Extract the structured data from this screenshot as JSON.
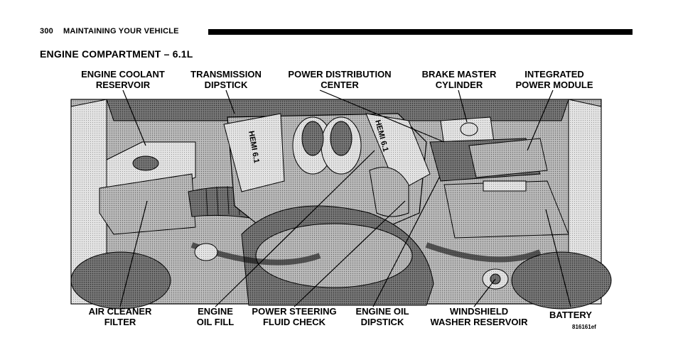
{
  "header": {
    "page_number": "300",
    "running_head": "MAINTAINING YOUR VEHICLE"
  },
  "section_title": "ENGINE COMPARTMENT – 6.1L",
  "figure_id": "816161ef",
  "callouts_top": [
    {
      "line1": "ENGINE COOLANT",
      "line2": "RESERVOIR"
    },
    {
      "line1": "TRANSMISSION",
      "line2": "DIPSTICK"
    },
    {
      "line1": "POWER DISTRIBUTION",
      "line2": "CENTER"
    },
    {
      "line1": "BRAKE MASTER",
      "line2": "CYLINDER"
    },
    {
      "line1": "INTEGRATED",
      "line2": "POWER MODULE"
    }
  ],
  "callouts_bottom": [
    {
      "line1": "AIR CLEANER",
      "line2": "FILTER"
    },
    {
      "line1": "ENGINE",
      "line2": "OIL FILL"
    },
    {
      "line1": "POWER STEERING",
      "line2": "FLUID CHECK"
    },
    {
      "line1": "ENGINE OIL",
      "line2": "DIPSTICK"
    },
    {
      "line1": "WINDSHIELD",
      "line2": "WASHER RESERVOIR"
    },
    {
      "line1": "BATTERY",
      "line2": ""
    }
  ],
  "engine_badge": "HEMI 6.1"
}
